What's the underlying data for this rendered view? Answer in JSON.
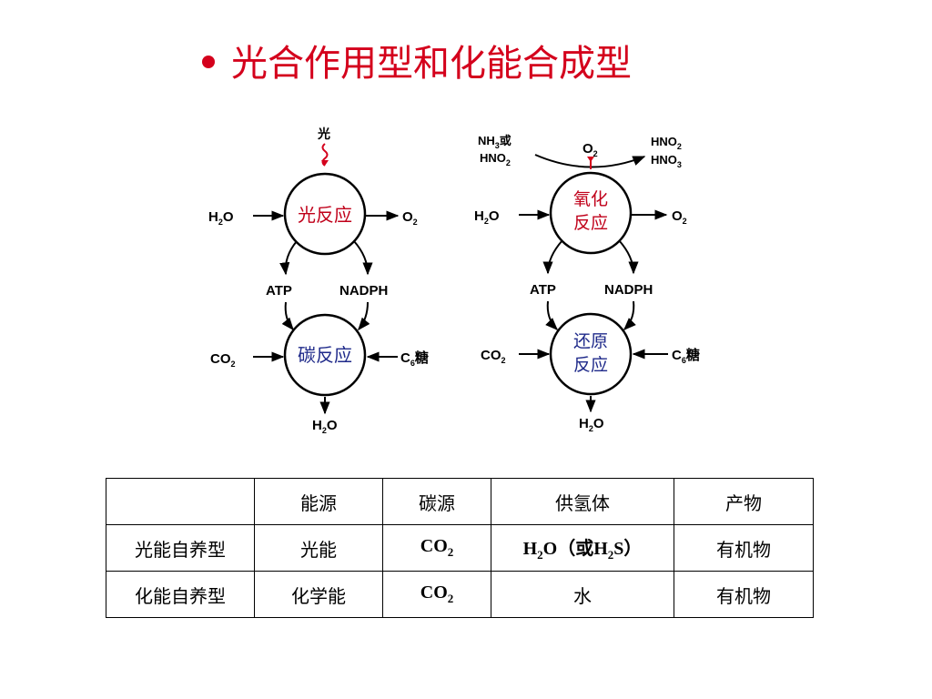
{
  "title": "光合作用型和化能合成型",
  "left_diagram": {
    "light_label": "光",
    "top_node": "光反应",
    "bottom_node": "碳反应",
    "h2o_in": "H",
    "h2o_in_sub": "2",
    "h2o_in_rest": "O",
    "o2_out": "O",
    "o2_out_sub": "2",
    "atp": "ATP",
    "nadph": "NADPH",
    "co2_in": "CO",
    "co2_in_sub": "2",
    "sugar_out": "C",
    "sugar_out_sub": "6",
    "sugar_out_rest": "糖",
    "h2o_out": "H",
    "h2o_out_sub": "2",
    "h2o_out_rest": "O"
  },
  "right_diagram": {
    "nh3_line1": "NH",
    "nh3_line1_sub": "3",
    "nh3_line1_rest": "或",
    "nh3_line2": "HNO",
    "nh3_line2_sub": "2",
    "o2_top": "O",
    "o2_top_sub": "2",
    "hno_out1": "HNO",
    "hno_out1_sub": "2",
    "hno_out2": "HNO",
    "hno_out2_sub": "3",
    "top_node_line1": "氧化",
    "top_node_line2": "反应",
    "bottom_node_line1": "还原",
    "bottom_node_line2": "反应",
    "h2o_in": "H",
    "h2o_in_sub": "2",
    "h2o_in_rest": "O",
    "o2_out": "O",
    "o2_out_sub": "2",
    "atp": "ATP",
    "nadph": "NADPH",
    "co2_in": "CO",
    "co2_in_sub": "2",
    "sugar_out": "C",
    "sugar_out_sub": "6",
    "sugar_out_rest": "糖",
    "h2o_out": "H",
    "h2o_out_sub": "2",
    "h2o_out_rest": "O"
  },
  "table": {
    "headers": [
      "",
      "能源",
      "碳源",
      "供氢体",
      "产物"
    ],
    "rows": [
      {
        "type": "光能自养型",
        "energy": "光能",
        "carbon_main": "CO",
        "carbon_sub": "2",
        "h_part1": "H",
        "h_sub1": "2",
        "h_part2": "O（或H",
        "h_sub2": "2",
        "h_part3": "S）",
        "product": "有机物"
      },
      {
        "type": "化能自养型",
        "energy": "化学能",
        "carbon_main": "CO",
        "carbon_sub": "2",
        "hydrogen": "水",
        "product": "有机物"
      }
    ]
  },
  "colors": {
    "title": "#d4001c",
    "node_red": "#c0001a",
    "node_blue": "#1f2a8a",
    "wavy": "#d4001c"
  }
}
